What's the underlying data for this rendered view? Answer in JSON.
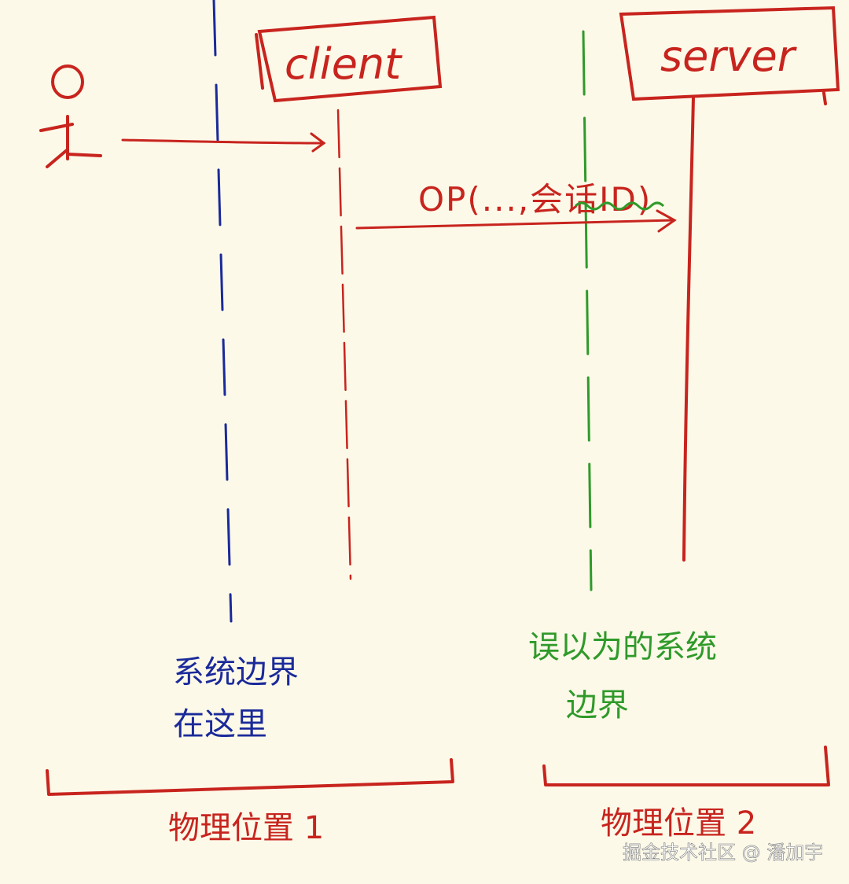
{
  "participants": {
    "client": "client",
    "server": "server"
  },
  "message": {
    "label": "OP(...,会话ID)"
  },
  "boundaries": {
    "real": {
      "line1": "系统边界",
      "line2": "在这里"
    },
    "mistaken": {
      "line1": "误以为的系统",
      "line2": "边界"
    }
  },
  "locations": {
    "loc1": "物理位置 1",
    "loc2": "物理位置 2"
  },
  "watermark": "掘金技术社区 @ 潘加宇",
  "colors": {
    "red": "#c8241e",
    "blue": "#1a2a9a",
    "green": "#2f9a2a",
    "background": "#fcf9e8"
  }
}
